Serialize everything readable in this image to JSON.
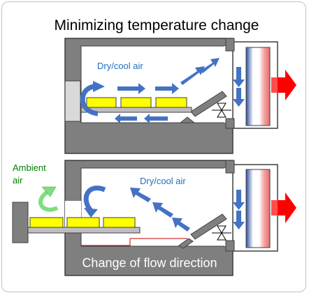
{
  "title": "Minimizing temperature change",
  "top_panel": {
    "air_label": "Dry/cool air"
  },
  "bottom_panel": {
    "air_label": "Dry/cool air",
    "ambient_line1": "Ambient",
    "ambient_line2": "air",
    "caption": "Change of flow direction"
  },
  "colors": {
    "wall": "#7f7f7f",
    "wall_stroke": "#3f3f3f",
    "tray": "#ffff00",
    "flow_arrow": "#4472c4",
    "ambient_arrow": "#7fdd7f",
    "ambient_text": "#008000",
    "air_text": "#1f6fbf",
    "exhaust_arrow": "#ff0000",
    "caption_text": "#ffffff"
  }
}
